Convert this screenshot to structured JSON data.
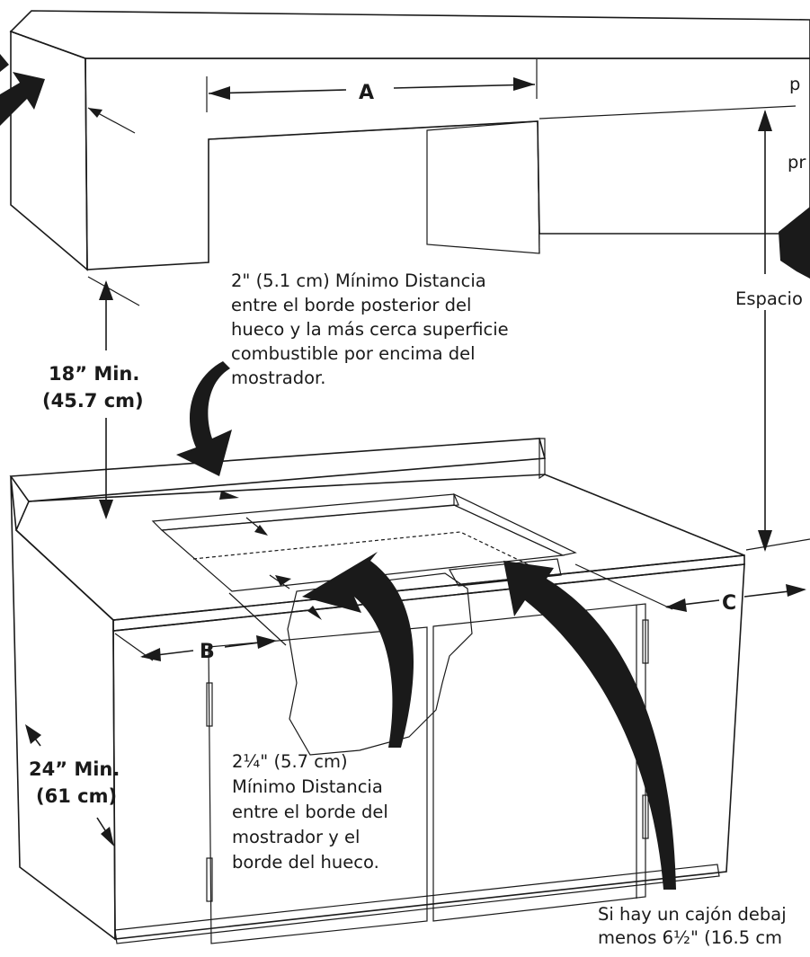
{
  "labels": {
    "dim_a": "A",
    "dim_b": "B",
    "dim_c": "C",
    "clearance_top_lines": [
      "18” Min.",
      "(45.7 cm)"
    ],
    "clearance_side_lines": [
      "24” Min.",
      "(61 cm)"
    ],
    "rear_note_lines": [
      "2\" (5.1 cm) Mínimo Distancia",
      "entre el borde posterior del",
      "hueco y la más cerca superficie",
      "combustible por encima del",
      "mostrador."
    ],
    "front_note_lines": [
      "2¼\" (5.7 cm)",
      "Mínimo Distancia",
      "entre el borde del",
      "mostrador y el",
      "borde del hueco."
    ],
    "drawer_note_lines": [
      "Si hay un cajón debaj",
      "menos 6½\" (16.5 cm"
    ],
    "right_fragment_1": "p",
    "right_fragment_2": "pr",
    "espacio_fragment": "Espacio"
  },
  "colors": {
    "line": "#1a1a1a",
    "cutout_fill": "#e2e2e2",
    "panel_shade": "#d7d7d7",
    "rim_fill": "#bdbdbd",
    "background": "#ffffff"
  }
}
